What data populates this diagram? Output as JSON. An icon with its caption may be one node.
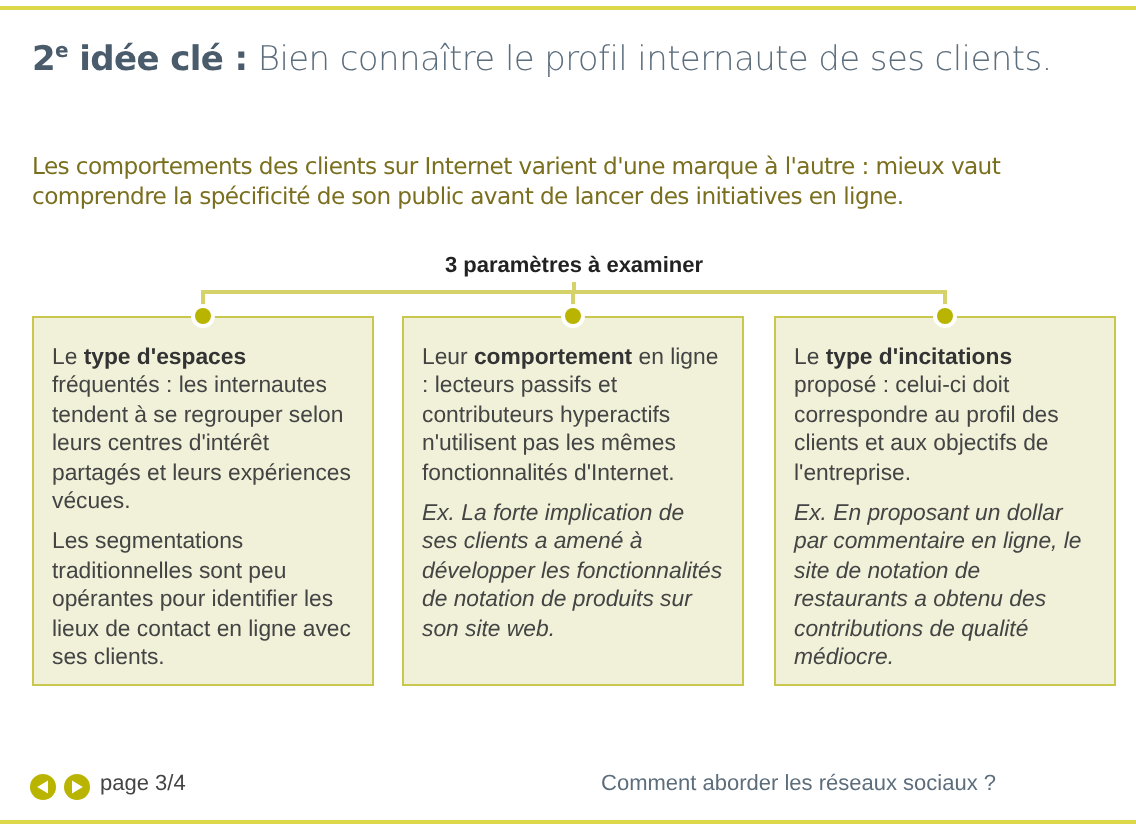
{
  "diagram": {
    "title": "**2$^{e}$ idée clé :** Bien connaître le profil internaute de ses clients.",
    "nodes": [
      {
        "text": [
          "3 paramètres à examiner"
        ]
      },
      {
        "text": [
          "Le **type d'espaces** fréquentés : les internautes tendent à se regrouper selon leurs centres d'intérêt partagés et leurs expériences vécues.",
          "Les segmentations traditionnelles sont peu opérantes pour identifier les lieux de contact en ligne avec ses clients."
        ]
      },
      {
        "text": [
          "Leur **comportement** en ligne : lecteurs passifs et contributeurs hyperactifs n'utilisent pas les mêmes fonctionnalités d'Internet.",
          "Ex. La forte implication de ses clients a amené à développer les fonctionnalités de notation de produits sur son site web."
        ]
      },
      {
        "text": [
          "Le **type d'incitations** proposé : celui-ci doit correspondre au profil des clients et aux objectifs de l'entreprise.",
          "Ex. En proposant un dollar par commentaire en ligne, le site de notation de restaurants a obtenu des contributions de qualité médiocre."
        ]
      }
    ],
    "edges": [
      {
        "from": 0,
        "to": 1,
        "arrow": "other"
      },
      {
        "from": 0,
        "to": 2,
        "arrow": "other"
      },
      {
        "from": 0,
        "to": 3,
        "arrow": "other"
      }
    ],
    "labels": [
      "Les comportements des clients sur Internet varient d'une marque à l'autre : mieux vaut comprendre la spécificité de son public avant de lancer des initiatives en ligne.",
      "page 3/4",
      "Comment aborder les réseaux sociaux ?"
    ]
  }
}
